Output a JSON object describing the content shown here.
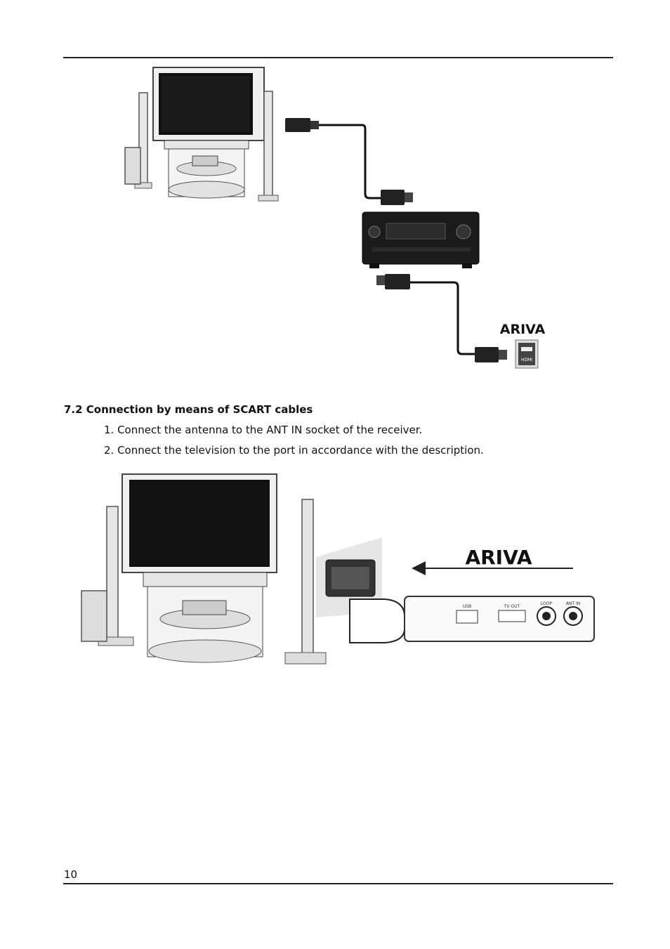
{
  "figure1": {
    "brand_logo": "ARIVA",
    "port_label": "HDMI"
  },
  "section": {
    "heading": "7.2 Connection by means of SCART cables",
    "steps": [
      "1. Connect the antenna to the ANT IN socket of the receiver.",
      "2. Connect the television to the port in accordance with the description."
    ]
  },
  "figure2": {
    "brand_logo": "ARIVA",
    "port_labels": [
      "USB",
      "TV OUT",
      "LOOP",
      "ANT IN"
    ]
  },
  "footer": {
    "page_number": "10"
  }
}
